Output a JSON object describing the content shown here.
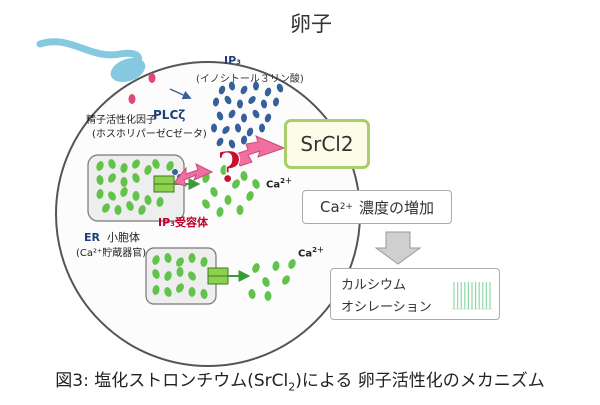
{
  "egg": {
    "label": "卵子"
  },
  "ip3": {
    "label": "IP₃",
    "sub": "(イノシトール３リン酸)"
  },
  "sperm_factor": {
    "label": "精子活性化因子",
    "plcz": "PLCζ",
    "sub": "(ホスホリパーゼCゼータ)"
  },
  "srcl2": {
    "label": "SrCl2"
  },
  "question": {
    "mark": "?"
  },
  "calcium": {
    "ion": "Ca",
    "charge": "2＋"
  },
  "receptor": {
    "label": "IP₃受容体"
  },
  "er": {
    "name": "ER",
    "label": "小胞体",
    "sub": "(Ca²⁺貯蔵器官)"
  },
  "increase_box": {
    "ion": "Ca",
    "charge": "2+",
    "text": "濃度の増加"
  },
  "oscillation_box": {
    "line1": "カルシウム",
    "line2": "オシレーション"
  },
  "caption": {
    "prefix": "図3: 塩化ストロンチウム(SrCl",
    "sub": "2",
    "suffix": ")による 卵子活性化のメカニズム"
  },
  "colors": {
    "egg_outline": "#555555",
    "sperm": "#86c8e0",
    "ip3_dot": "#36609a",
    "ca_dot": "#62c24a",
    "arrow_pink": "#f06ea0",
    "question": "#c8102e",
    "srcl2_border": "#a8cf6a",
    "channel": "#8fd14f",
    "gray_arrow": "#bfbfbf"
  }
}
